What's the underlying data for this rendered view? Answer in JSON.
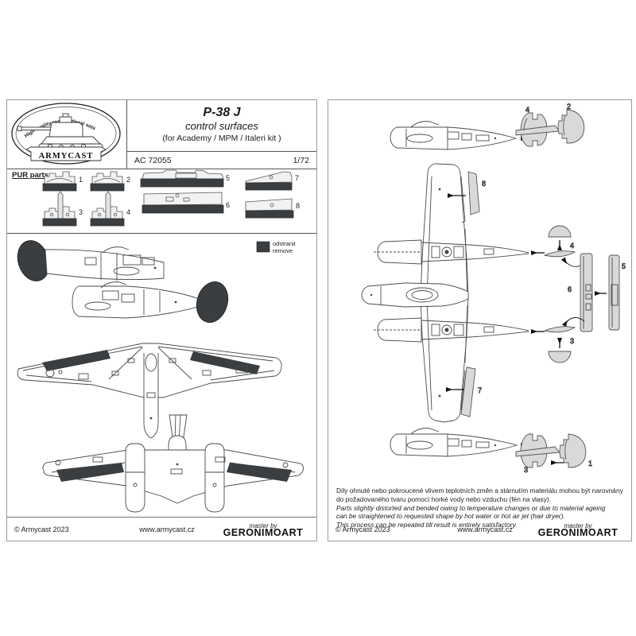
{
  "header": {
    "logo_arc_text": "High quality resin & decal sets",
    "logo_brand": "ARMYCAST",
    "title": "P-38 J",
    "subtitle": "control surfaces",
    "kit_note": "(for Academy / MPM / Italeri kit )",
    "product_code": "AC 72055",
    "scale": "1/72"
  },
  "pur": {
    "label": "PUR parts:",
    "numbers": [
      "1",
      "2",
      "3",
      "4",
      "5",
      "6",
      "7",
      "8"
    ]
  },
  "legend": {
    "cz": "odstranit",
    "en": "remove"
  },
  "assembly": {
    "top_fin_a": "4",
    "top_fin_b": "2",
    "aileron_upper": "8",
    "elevator_upper": "4",
    "flap_rear": "6",
    "flap_front": "5",
    "elevator_lower": "3",
    "aileron_lower": "7",
    "bottom_fin_a": "3",
    "bottom_fin_b": "1"
  },
  "notes_cz": [
    "Díly ohnuté nebo pokroucené vlivem teplotních změn a stárnutím materiálu mohou být narovnány",
    "do požadovaného tvaru pomocí horké vody nebo vzduchu (fén na vlasy)."
  ],
  "notes_en": [
    "Parts slightly distorted and bended owing to temperature changes or due to material ageing",
    "can be straightened to requested shape by hot water or hot air jet (hair dryer).",
    "This process can be repeated till result is entirely satisfactory."
  ],
  "footer": {
    "copyright": "© Armycast 2023",
    "website": "www.armycast.cz",
    "master_by": "master by",
    "brand": "GERONIMOART"
  },
  "colors": {
    "remove_fill": "#3b3e41",
    "part_fill": "#d9d9d9",
    "line": "#4a4a4a"
  }
}
